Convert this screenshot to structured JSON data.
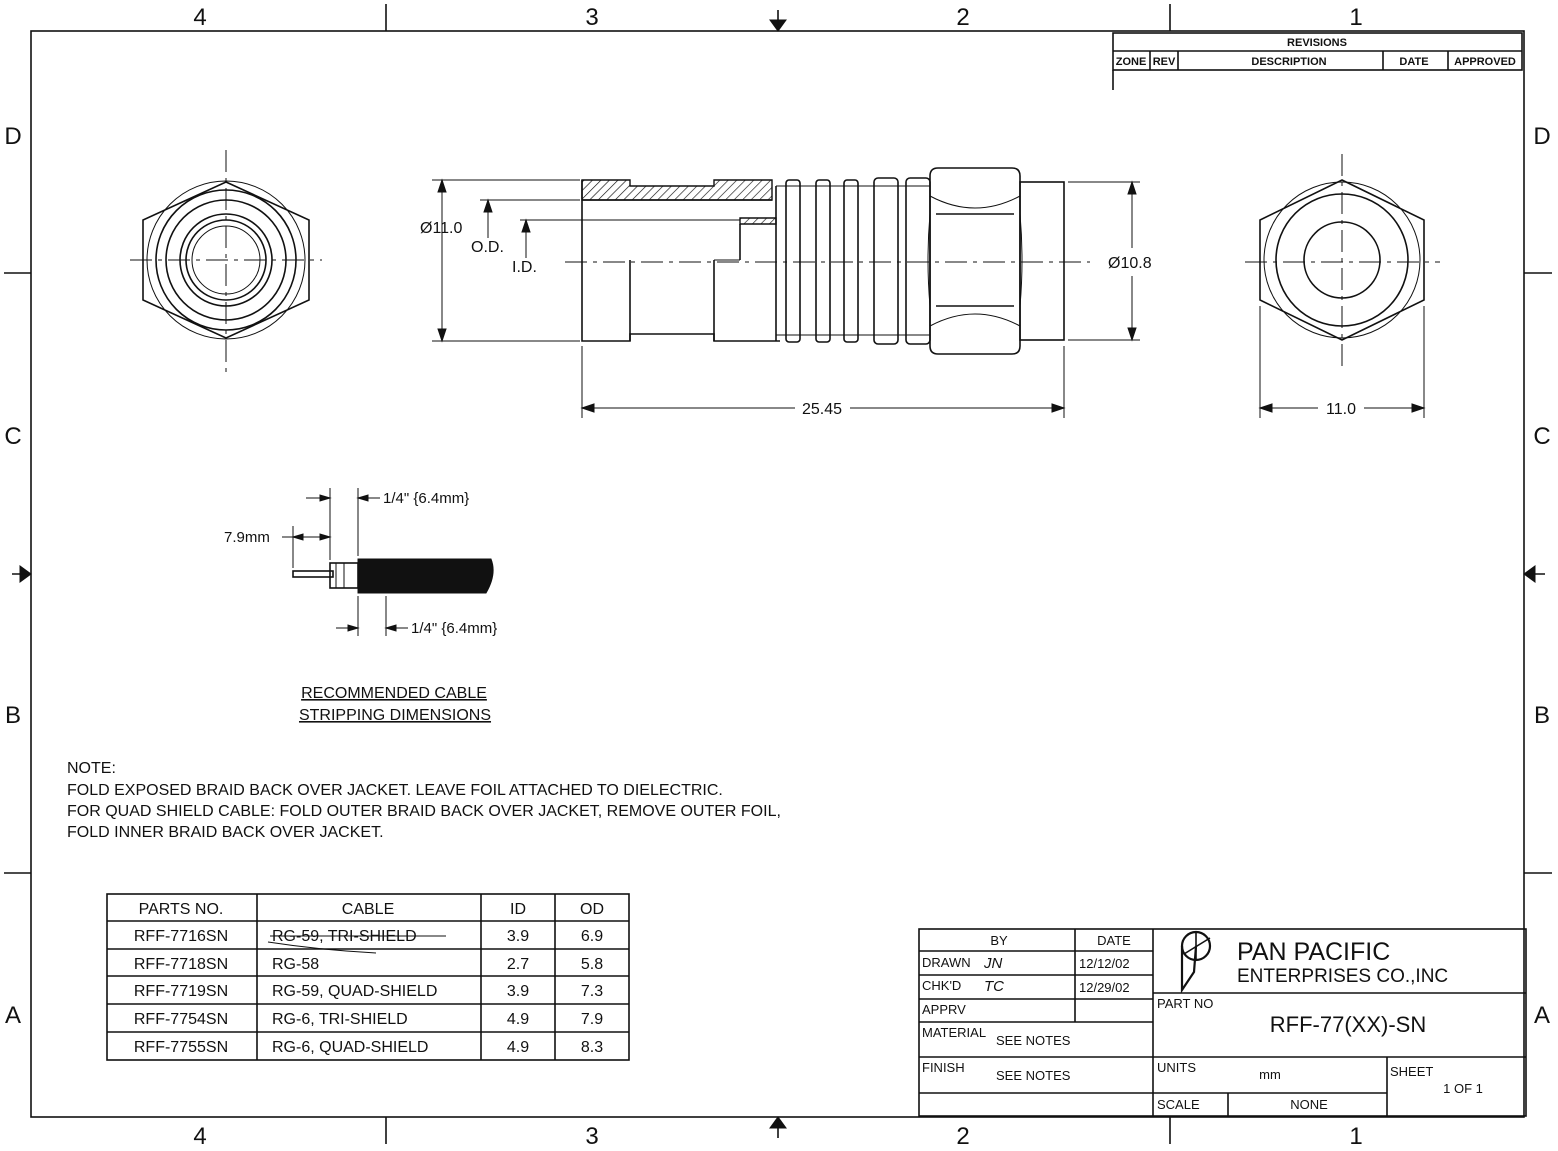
{
  "border": {
    "zones_top": [
      "4",
      "3",
      "2",
      "1"
    ],
    "zones_bottom": [
      "4",
      "3",
      "2",
      "1"
    ],
    "rows_left": [
      "D",
      "C",
      "B",
      "A"
    ],
    "rows_right": [
      "D",
      "C",
      "B",
      "A"
    ]
  },
  "revisions": {
    "title": "REVISIONS",
    "headers": [
      "ZONE",
      "REV",
      "DESCRIPTION",
      "DATE",
      "APPROVED"
    ]
  },
  "dimensions": {
    "dia_outer": "Ø11.0",
    "od": "O.D.",
    "id": "I.D.",
    "dia_right": "Ø10.8",
    "length": "25.45",
    "hex_width": "11.0"
  },
  "stripping": {
    "dim_top": "1/4\" {6.4mm}",
    "dim_left": "7.9mm",
    "dim_bottom": "1/4\" {6.4mm}",
    "caption_line1": "RECOMMENDED CABLE",
    "caption_line2": "STRIPPING DIMENSIONS"
  },
  "notes": {
    "heading": "NOTE:",
    "line1": "FOLD EXPOSED BRAID BACK OVER JACKET. LEAVE FOIL ATTACHED TO DIELECTRIC.",
    "line2": "FOR QUAD SHIELD CABLE: FOLD OUTER BRAID BACK OVER JACKET, REMOVE OUTER FOIL,",
    "line3": "FOLD INNER BRAID BACK OVER JACKET."
  },
  "parts_table": {
    "headers": [
      "PARTS NO.",
      "CABLE",
      "ID",
      "OD"
    ],
    "rows": [
      [
        "RFF-7716SN",
        "RG-59,  TRI-SHIELD",
        "3.9",
        "6.9"
      ],
      [
        "RFF-7718SN",
        "RG-58",
        "2.7",
        "5.8"
      ],
      [
        "RFF-7719SN",
        "RG-59,  QUAD-SHIELD",
        "3.9",
        "7.3"
      ],
      [
        "RFF-7754SN",
        "RG-6,  TRI-SHIELD",
        "4.9",
        "7.9"
      ],
      [
        "RFF-7755SN",
        "RG-6,  QUAD-SHIELD",
        "4.9",
        "8.3"
      ]
    ]
  },
  "title_block": {
    "by_label": "BY",
    "date_label": "DATE",
    "drawn_label": "DRAWN",
    "drawn_by": "JN",
    "drawn_date": "12/12/02",
    "chkd_label": "CHK'D",
    "chkd_by": "TC",
    "chkd_date": "12/29/02",
    "apprv_label": "APPRV",
    "material_label": "MATERIAL",
    "material_value": "SEE  NOTES",
    "finish_label": "FINISH",
    "finish_value": "SEE  NOTES",
    "company_line1": "PAN PACIFIC",
    "company_line2": "ENTERPRISES  CO.,INC",
    "part_no_label": "PART NO",
    "part_no_value": "RFF-77(XX)-SN",
    "units_label": "UNITS",
    "units_value": "mm",
    "sheet_label": "SHEET",
    "sheet_value": "1  OF  1",
    "scale_label": "SCALE",
    "scale_value": "NONE"
  }
}
